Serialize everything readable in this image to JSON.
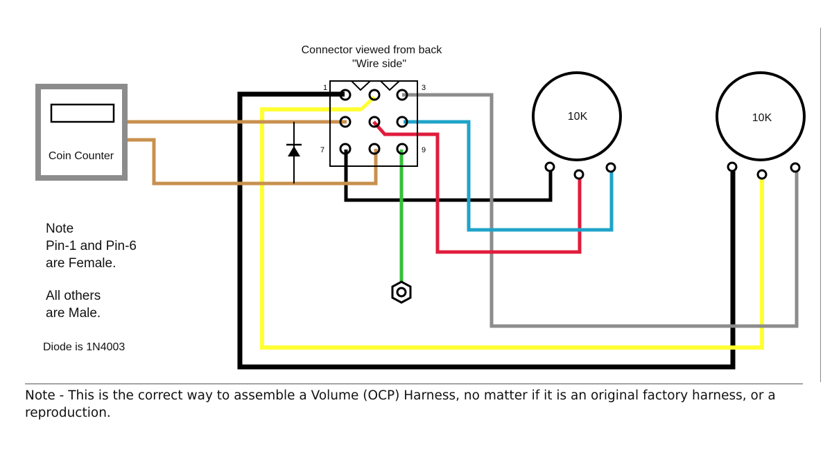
{
  "connector": {
    "title_line1": "Connector viewed from back",
    "title_line2": "\"Wire side\"",
    "pin1": "1",
    "pin3": "3",
    "pin7": "7",
    "pin9": "9"
  },
  "coin_counter": {
    "label": "Coin Counter"
  },
  "pot_left": {
    "label": "10K"
  },
  "pot_right": {
    "label": "10K"
  },
  "notes": {
    "line1": "Note",
    "line2": "Pin-1 and Pin-6",
    "line3": "are Female.",
    "line4": "All others",
    "line5": "are Male.",
    "diode": "Diode is 1N4003"
  },
  "caption": "Note - This is the correct way to assemble a Volume (OCP) Harness, no matter if it is an original factory harness, or a reproduction.",
  "colors": {
    "black": "#000000",
    "brown": "#c8904e",
    "yellow": "#ffff33",
    "gray": "#8c8c8c",
    "red": "#e01c3c",
    "blue": "#1fa3c9",
    "green": "#35c03a"
  }
}
